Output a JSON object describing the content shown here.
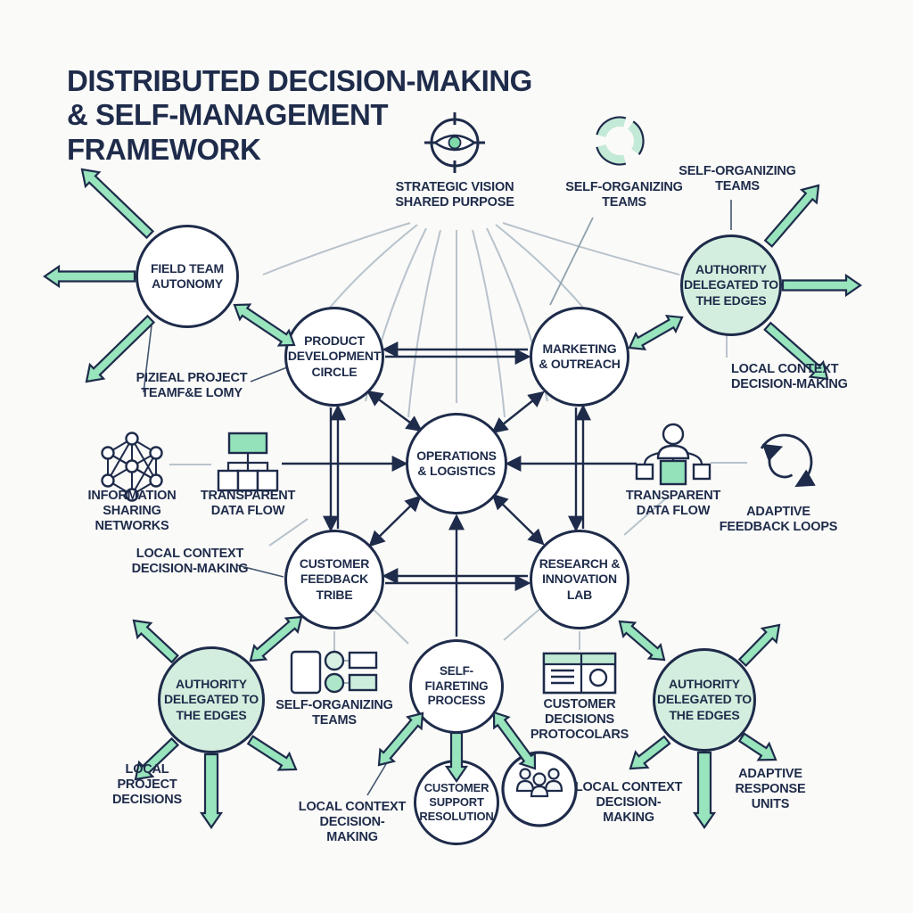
{
  "title": "DISTRIBUTED DECISION-MAKING\n& SELF-MANAGEMENT\nFRAMEWORK",
  "colors": {
    "navy": "#1e2b4a",
    "green_circle_fill": "#d3eede",
    "green_arrow": "#98e4bd",
    "green_icon": "#93e2ba",
    "green_soft": "#c3ead6",
    "gray_line": "#b8c3cc",
    "background": "#fafaf8"
  },
  "nodes": {
    "field_team_autonomy": {
      "label": "FIELD TEAM\nAUTONOMY"
    },
    "product_development": {
      "label": "PRODUCT\nDEVELOPMENT\nCIRCLE"
    },
    "marketing_outreach": {
      "label": "MARKETING\n& OUTREACH"
    },
    "operations_logistics": {
      "label": "OPERATIONS\n& LOGISTICS"
    },
    "customer_feedback_tribe": {
      "label": "CUSTOMER\nFEEDBACK\nTRIBE"
    },
    "research_innovation_lab": {
      "label": "RESEARCH &\nINNOVATION\nLAB"
    },
    "authority_right": {
      "label": "AUTHORITY\nDELEGATED TO\nTHE EDGES"
    },
    "authority_bottom_left": {
      "label": "AUTHORITY\nDELEGATED TO\nTHE EDGES"
    },
    "authority_bottom_right": {
      "label": "AUTHORITY\nDELEGATED TO\nTHE EDGES"
    },
    "self_fiareting_process": {
      "label": "SELF-\nFIARETING\nPROCESS"
    },
    "customer_support_resolution": {
      "label": "CUSTOMER\nSUPPORT\nRESOLUTION"
    }
  },
  "labels": {
    "strategic_vision": "STRATEGIC VISION\nSHARED PURPOSE",
    "self_organizing_teams_top": "SELF-ORGANIZING\nTEAMS",
    "self_organizing_teams_top_right": "SELF-ORGANIZING\nTEAMS",
    "local_context_right": "LOCAL CONTEXT\nDECISION-MAKING",
    "field_project_note": "PIZIEAL PROJECT\nTEAMF&E LOMY",
    "information_sharing": "INFORMATION\nSHARING\nNETWORKS",
    "transparent_data_flow_left": "TRANSPARENT\nDATA FLOW",
    "transparent_data_flow_right": "TRANSPARENT\nDATA FLOW",
    "adaptive_feedback_loops": "ADAPTIVE\nFEEDBACK LOOPS",
    "local_context_left": "LOCAL CONTEXT\nDECISION-MAKING",
    "local_project_decisions": "LOCAL\nPROJECT\nDECISIONS",
    "self_organizing_teams_bottom": "SELF-ORGANIZING\nTEAMS",
    "customer_decisions_protocolars": "CUSTOMER\nDECISIONS\nPROTOCOLARS",
    "local_context_bottom": "LOCAL CONTEXT\nDECISION-MAKING",
    "local_context_bottom_right": "LOCAL CONTEXT\nDECISION-MAKING",
    "adaptive_response_units": "ADAPTIVE\nRESPONSE\nUNITS"
  },
  "icons": {
    "strategic_vision": "eye-target-icon",
    "self_organizing_teams_top": "segmented-cycle-icon",
    "information_sharing": "mesh-network-icon",
    "transparent_data_flow_left": "org-chart-icon",
    "transparent_data_flow_right": "person-hierarchy-icon",
    "adaptive_feedback_loops": "circular-arrows-icon",
    "self_organizing_teams_bottom": "shapes-grid-icon",
    "customer_decisions_protocolars": "protocol-card-icon",
    "customer_group": "people-group-icon"
  }
}
